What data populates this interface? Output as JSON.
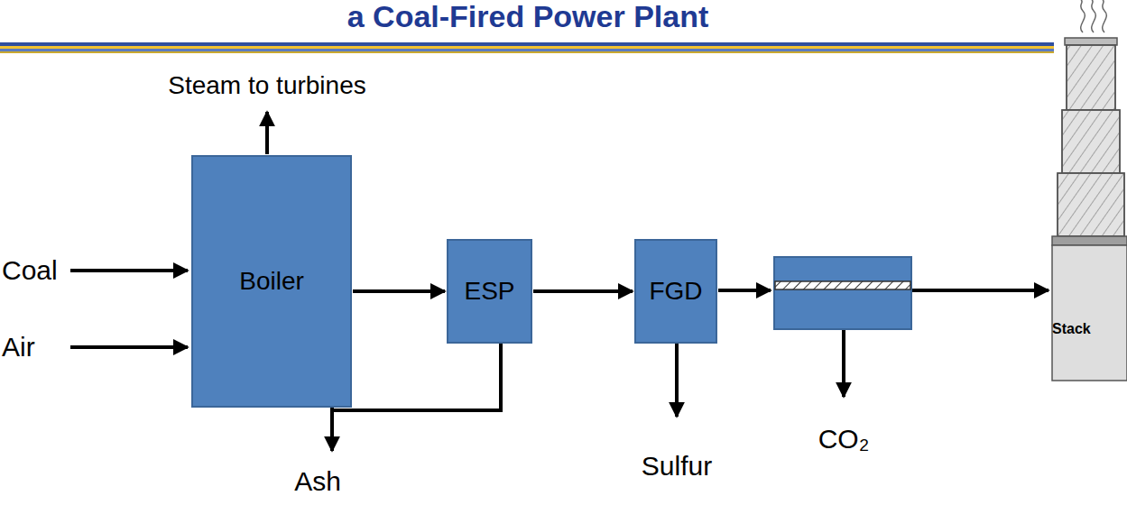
{
  "diagram": {
    "title": "a Coal-Fired Power Plant",
    "nodes": [
      {
        "text": [
          "Boiler"
        ]
      },
      {
        "text": [
          "ESP"
        ]
      },
      {
        "text": [
          "FGD"
        ]
      },
      {
        "text": [
          "Stack"
        ]
      }
    ],
    "edges": [
      {
        "from": 0,
        "to": 1,
        "arrow": "to"
      },
      {
        "from": 1,
        "to": 2,
        "arrow": "to"
      }
    ],
    "labels": [
      "Steam to turbines",
      "Coal",
      "Air",
      "Ash",
      "Sulfur",
      "CO₂"
    ]
  }
}
